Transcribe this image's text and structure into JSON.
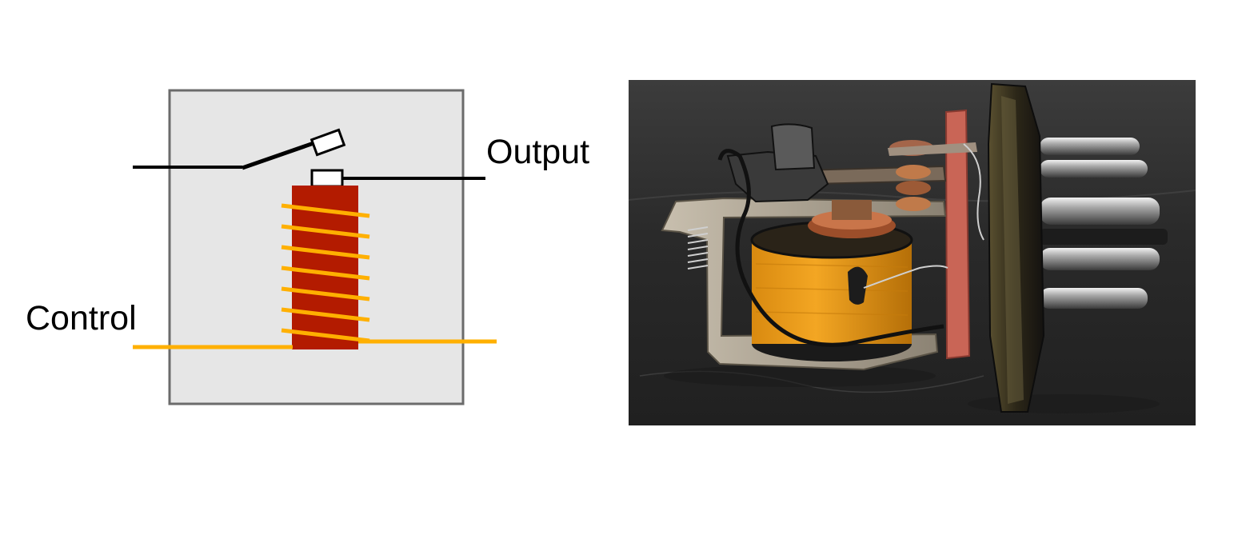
{
  "diagram": {
    "labels": {
      "output": "Output",
      "control": "Control"
    },
    "colors": {
      "housing_fill": "#e6e6e6",
      "housing_stroke": "#6b6b6b",
      "coil_core": "#b31b00",
      "coil_winding": "#ffb000",
      "control_wire": "#ffb000",
      "output_wire": "#000000"
    }
  },
  "photo": {
    "subject": "relay-photo"
  }
}
